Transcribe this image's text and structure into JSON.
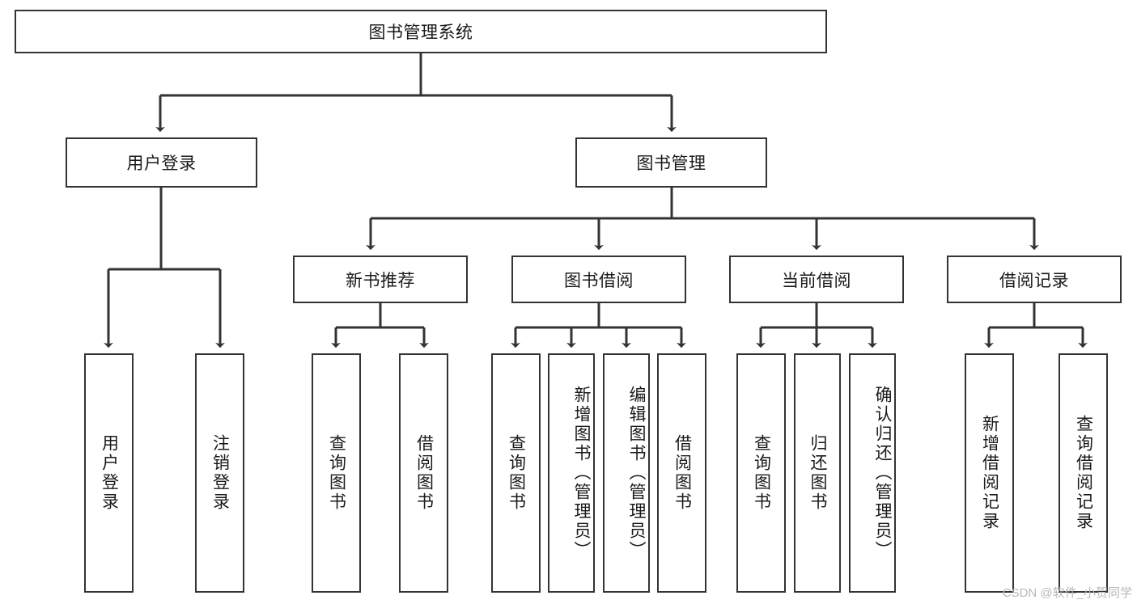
{
  "diagram": {
    "type": "tree-hierarchy-diagram",
    "title": "图书管理系统",
    "line_color": "#333333",
    "box_fill": "#ffffff",
    "text_color": "#1a1a1a",
    "watermark": "CSDN @软件_小贺同学",
    "root": {
      "label": "图书管理系统"
    },
    "level2": [
      {
        "label": "用户登录"
      },
      {
        "label": "图书管理"
      }
    ],
    "level3": [
      {
        "label": "新书推荐"
      },
      {
        "label": "图书借阅"
      },
      {
        "label": "当前借阅"
      },
      {
        "label": "借阅记录"
      }
    ],
    "leaves": {
      "user_login": [
        {
          "label": "用户登录"
        },
        {
          "label": "注销登录"
        }
      ],
      "new_book_recommend": [
        {
          "label": "查询图书"
        },
        {
          "label": "借阅图书"
        }
      ],
      "book_borrow": [
        {
          "label": "查询图书"
        },
        {
          "label": "新增图书（管理员）"
        },
        {
          "label": "编辑图书（管理员）"
        },
        {
          "label": "借阅图书"
        }
      ],
      "current_borrow": [
        {
          "label": "查询图书"
        },
        {
          "label": "归还图书"
        },
        {
          "label": "确认归还（管理员）"
        }
      ],
      "borrow_record": [
        {
          "label": "新增借阅记录"
        },
        {
          "label": "查询借阅记录"
        }
      ]
    }
  }
}
